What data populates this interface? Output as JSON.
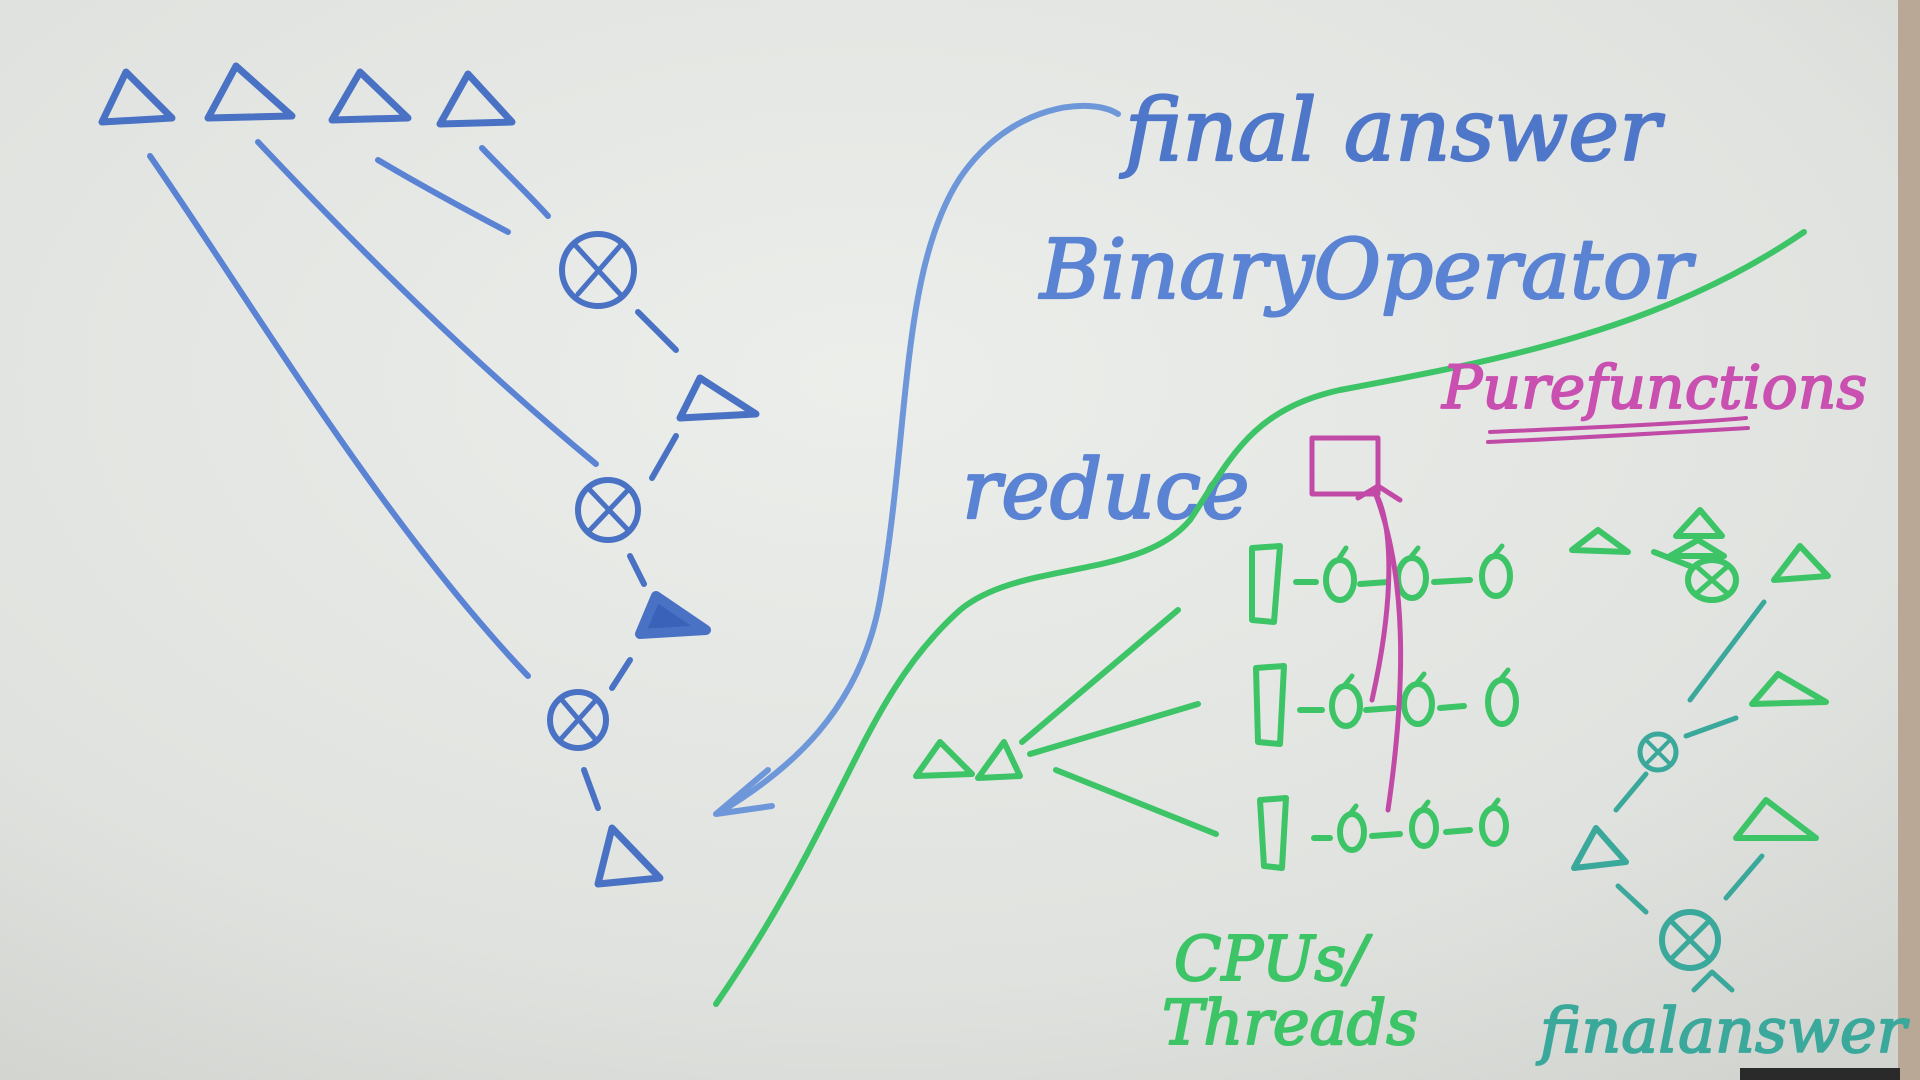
{
  "title": "",
  "labels": {
    "final_answer_top": "final answer",
    "binary_operator": "BinaryOperator",
    "reduce": "reduce",
    "pure_functions": "Purefunctions",
    "cpus_threads_line1": "CPUs/",
    "cpus_threads_line2": "Threads",
    "final_answer_bottom": "finalanswer"
  },
  "colors": {
    "board": "#e2e4e1",
    "blue_marker": "#4a72c4",
    "light_blue_marker": "#6e97da",
    "green_marker": "#3cc467",
    "pink_marker": "#c24aa7",
    "teal_marker": "#3aa89a"
  },
  "icons": [
    "triangle-element",
    "circled-x-operator",
    "box-accumulator",
    "arrow"
  ]
}
